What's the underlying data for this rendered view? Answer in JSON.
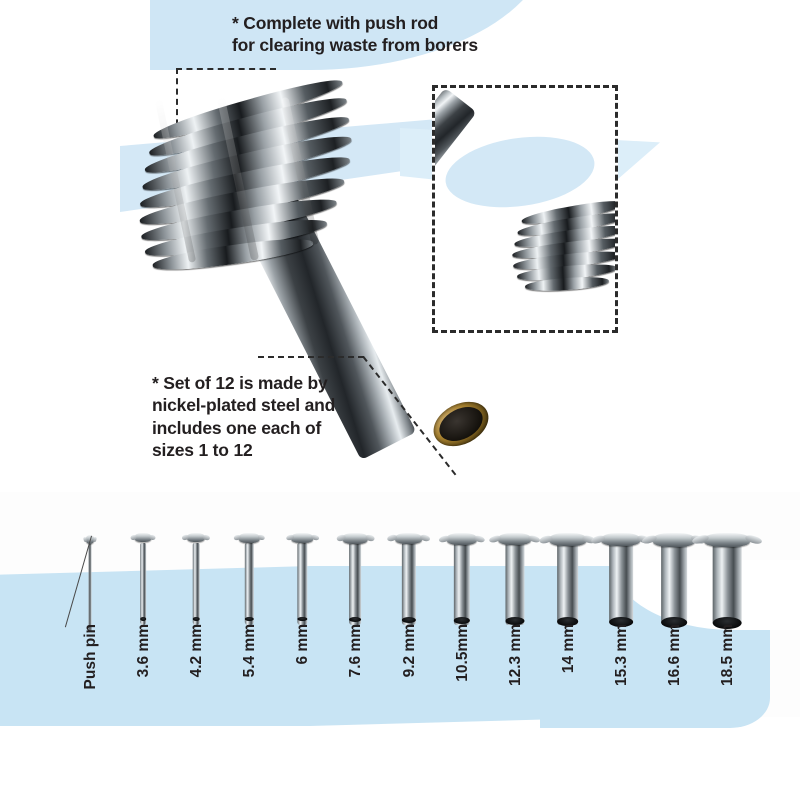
{
  "product": {
    "name": "Nickel-plated steel borer set",
    "palette": {
      "accent_blue": "#c8e4f4",
      "accent_blue_light": "#d4e8f6",
      "text_dark": "#231f20",
      "metal_dark": "#22262a",
      "metal_light": "#f2f5f7",
      "brass_rim": "#a8822f"
    }
  },
  "callouts": {
    "top": "* Complete with push rod\nfor clearing waste from borers",
    "bottom": "* Set of 12 is made by\nnickel-plated steel and\nincludes one each of\nsizes 1 to 12"
  },
  "inset": {
    "name": "push-rod-detail",
    "description": "push rod inserted through borer head"
  },
  "size_chart": {
    "items": [
      {
        "label": "Push pin",
        "diameter_mm": 0,
        "type": "pin"
      },
      {
        "label": "3.6 mm",
        "diameter_mm": 3.6,
        "type": "borer"
      },
      {
        "label": "4.2 mm",
        "diameter_mm": 4.2,
        "type": "borer"
      },
      {
        "label": "5.4 mm",
        "diameter_mm": 5.4,
        "type": "borer"
      },
      {
        "label": "6 mm",
        "diameter_mm": 6,
        "type": "borer"
      },
      {
        "label": "7.6 mm",
        "diameter_mm": 7.6,
        "type": "borer"
      },
      {
        "label": "9.2 mm",
        "diameter_mm": 9.2,
        "type": "borer"
      },
      {
        "label": "10.5mm",
        "diameter_mm": 10.5,
        "type": "borer"
      },
      {
        "label": "12.3 mm",
        "diameter_mm": 12.3,
        "type": "borer"
      },
      {
        "label": "14 mm",
        "diameter_mm": 14,
        "type": "borer"
      },
      {
        "label": "15.3 mm",
        "diameter_mm": 15.3,
        "type": "borer"
      },
      {
        "label": "16.6 mm",
        "diameter_mm": 16.6,
        "type": "borer"
      },
      {
        "label": "18.5 mm",
        "diameter_mm": 18.5,
        "type": "borer"
      }
    ]
  }
}
